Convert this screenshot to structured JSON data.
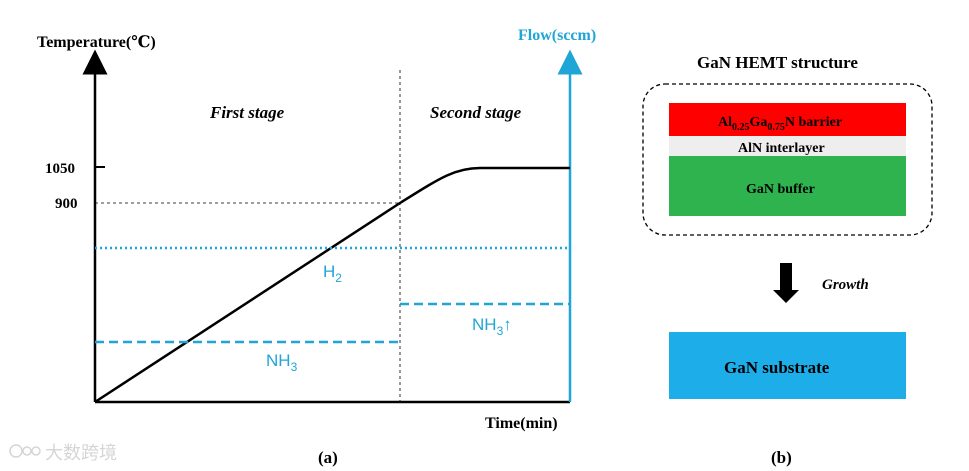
{
  "panel_a": {
    "y_axis_label": "Temperature(℃)",
    "y2_axis_label": "Flow(sccm)",
    "x_axis_label": "Time(min)",
    "tick_1050": "1050",
    "tick_900": "900",
    "stage_1": "First stage",
    "stage_2": "Second stage",
    "h2_label": "H",
    "h2_sub": "2",
    "nh3_label": "NH",
    "nh3_sub": "3",
    "nh3_up_label": "NH",
    "nh3_up_sub": "3",
    "nh3_up_arrow": "↑",
    "caption": "(a)"
  },
  "panel_b": {
    "title": "GaN HEMT structure",
    "barrier": {
      "al": "Al",
      "al_sub": "0.25",
      "ga": "Ga",
      "ga_sub": "0.75",
      "rest": "N barrier"
    },
    "interlayer": "AlN interlayer",
    "buffer": "GaN buffer",
    "growth": "Growth",
    "substrate": "GaN substrate",
    "caption": "(b)"
  },
  "watermark": "大数跨境",
  "colors": {
    "cyan": "#1fa5d6",
    "substrate": "#1daeea",
    "barrier": "#ff0000",
    "interlayer": "#eeeeee",
    "buffer": "#2fb34e"
  }
}
